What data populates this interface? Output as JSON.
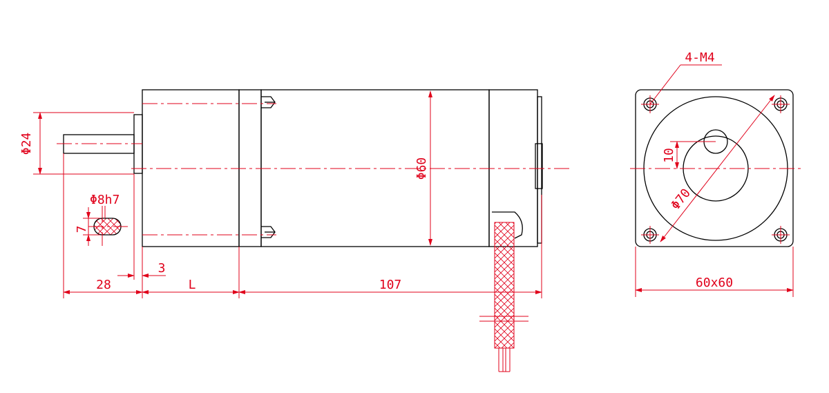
{
  "dimensions": {
    "shaft_diameter": "Φ24",
    "shaft_tolerance": "Φ8h7",
    "key_width": "7",
    "shaft_length": "28",
    "flange_thickness": "3",
    "gearbox_length": "L",
    "motor_length": "107",
    "body_diameter": "Φ60",
    "mounting_holes": "4-M4",
    "offset": "10",
    "bolt_circle": "Φ70",
    "square_size": "60x60"
  }
}
